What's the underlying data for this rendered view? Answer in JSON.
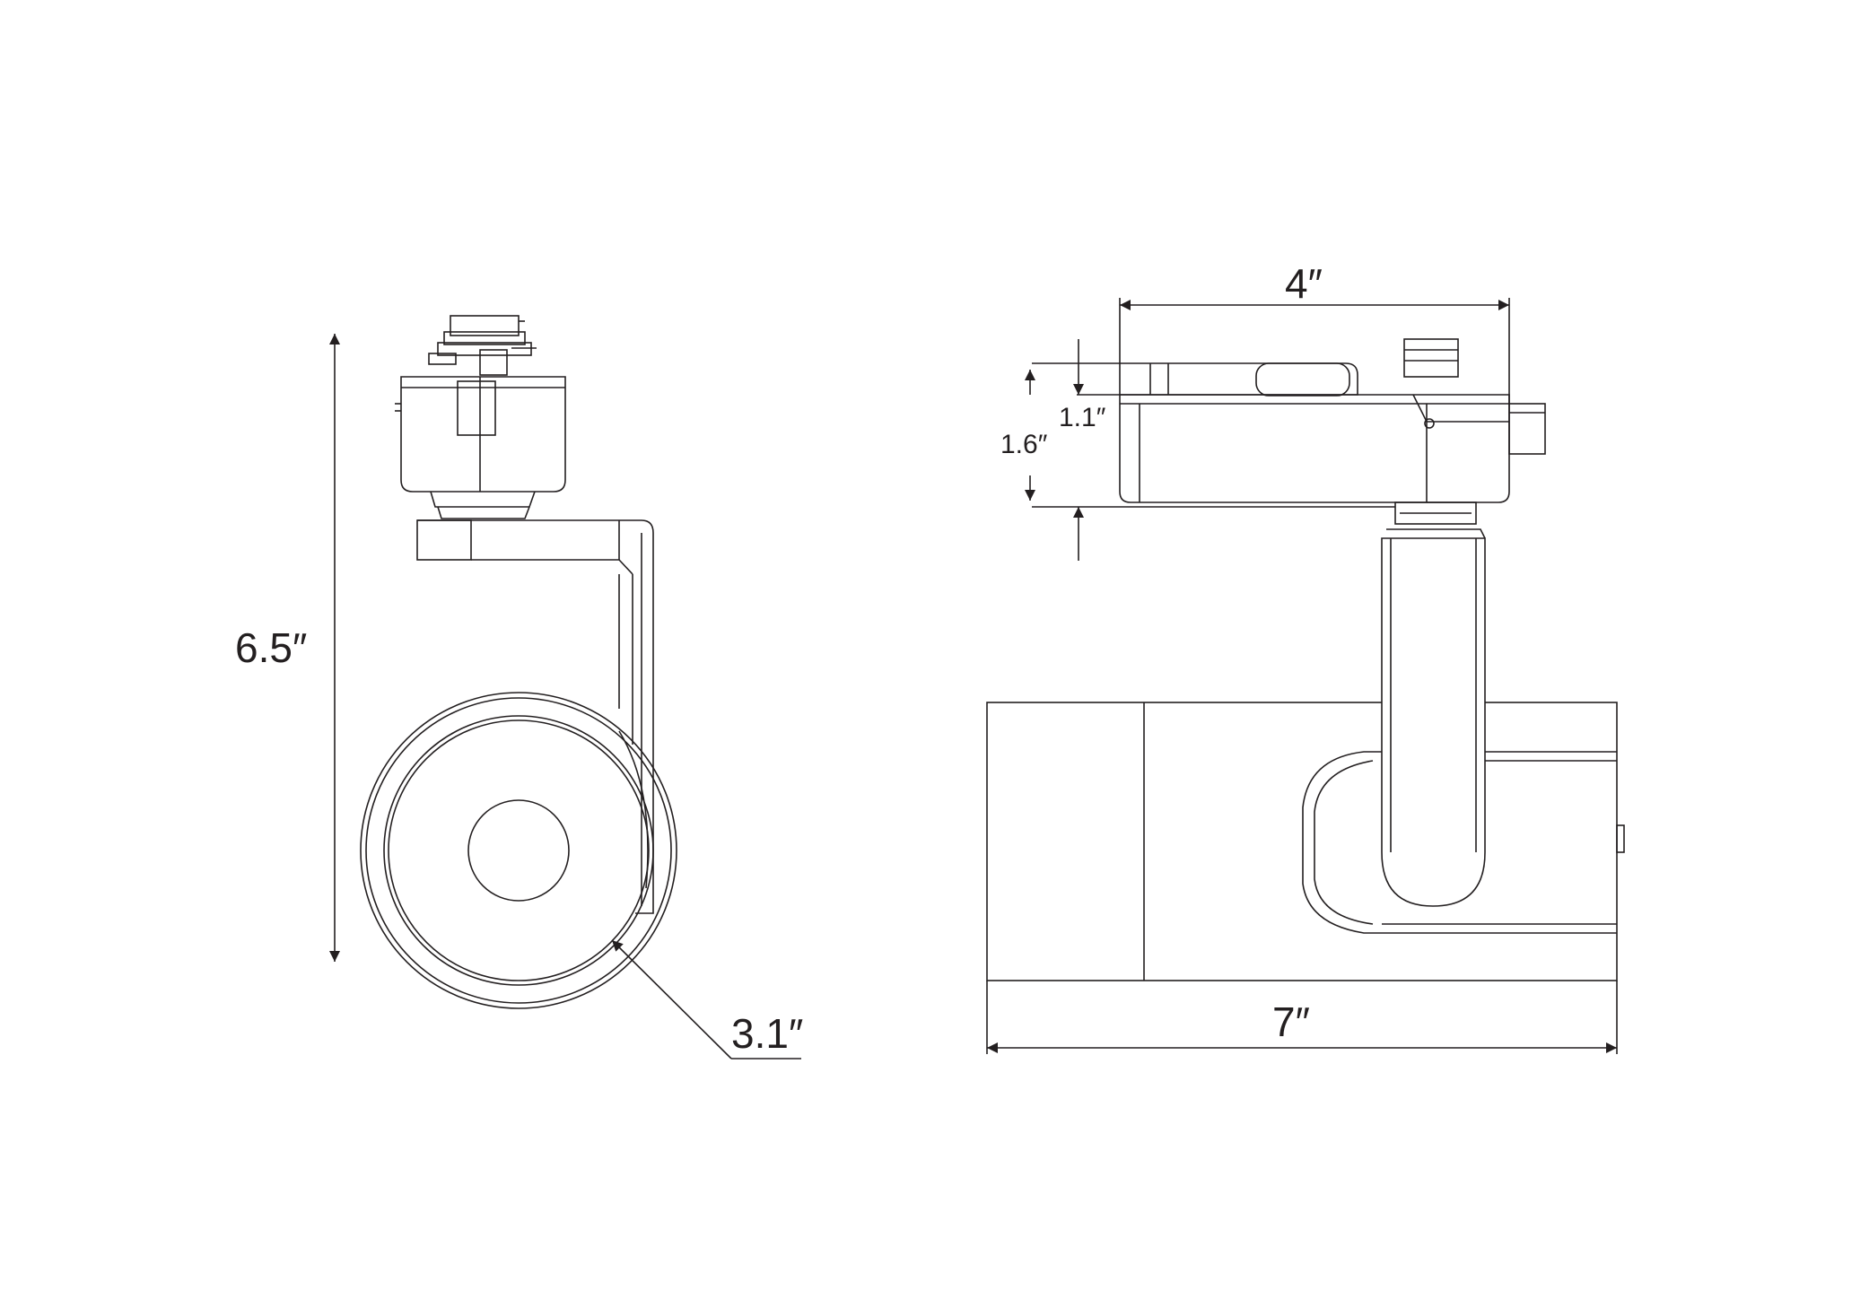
{
  "colors": {
    "line": "#231f20",
    "background": "#ffffff"
  },
  "side_view": {
    "overall_height_label": "6.5″",
    "head_diameter_label": "3.1″"
  },
  "front_view": {
    "adapter_width_label": "4″",
    "adapter_height_label": "1.6″",
    "adapter_body_height_label": "1.1″",
    "head_length_label": "7″"
  }
}
